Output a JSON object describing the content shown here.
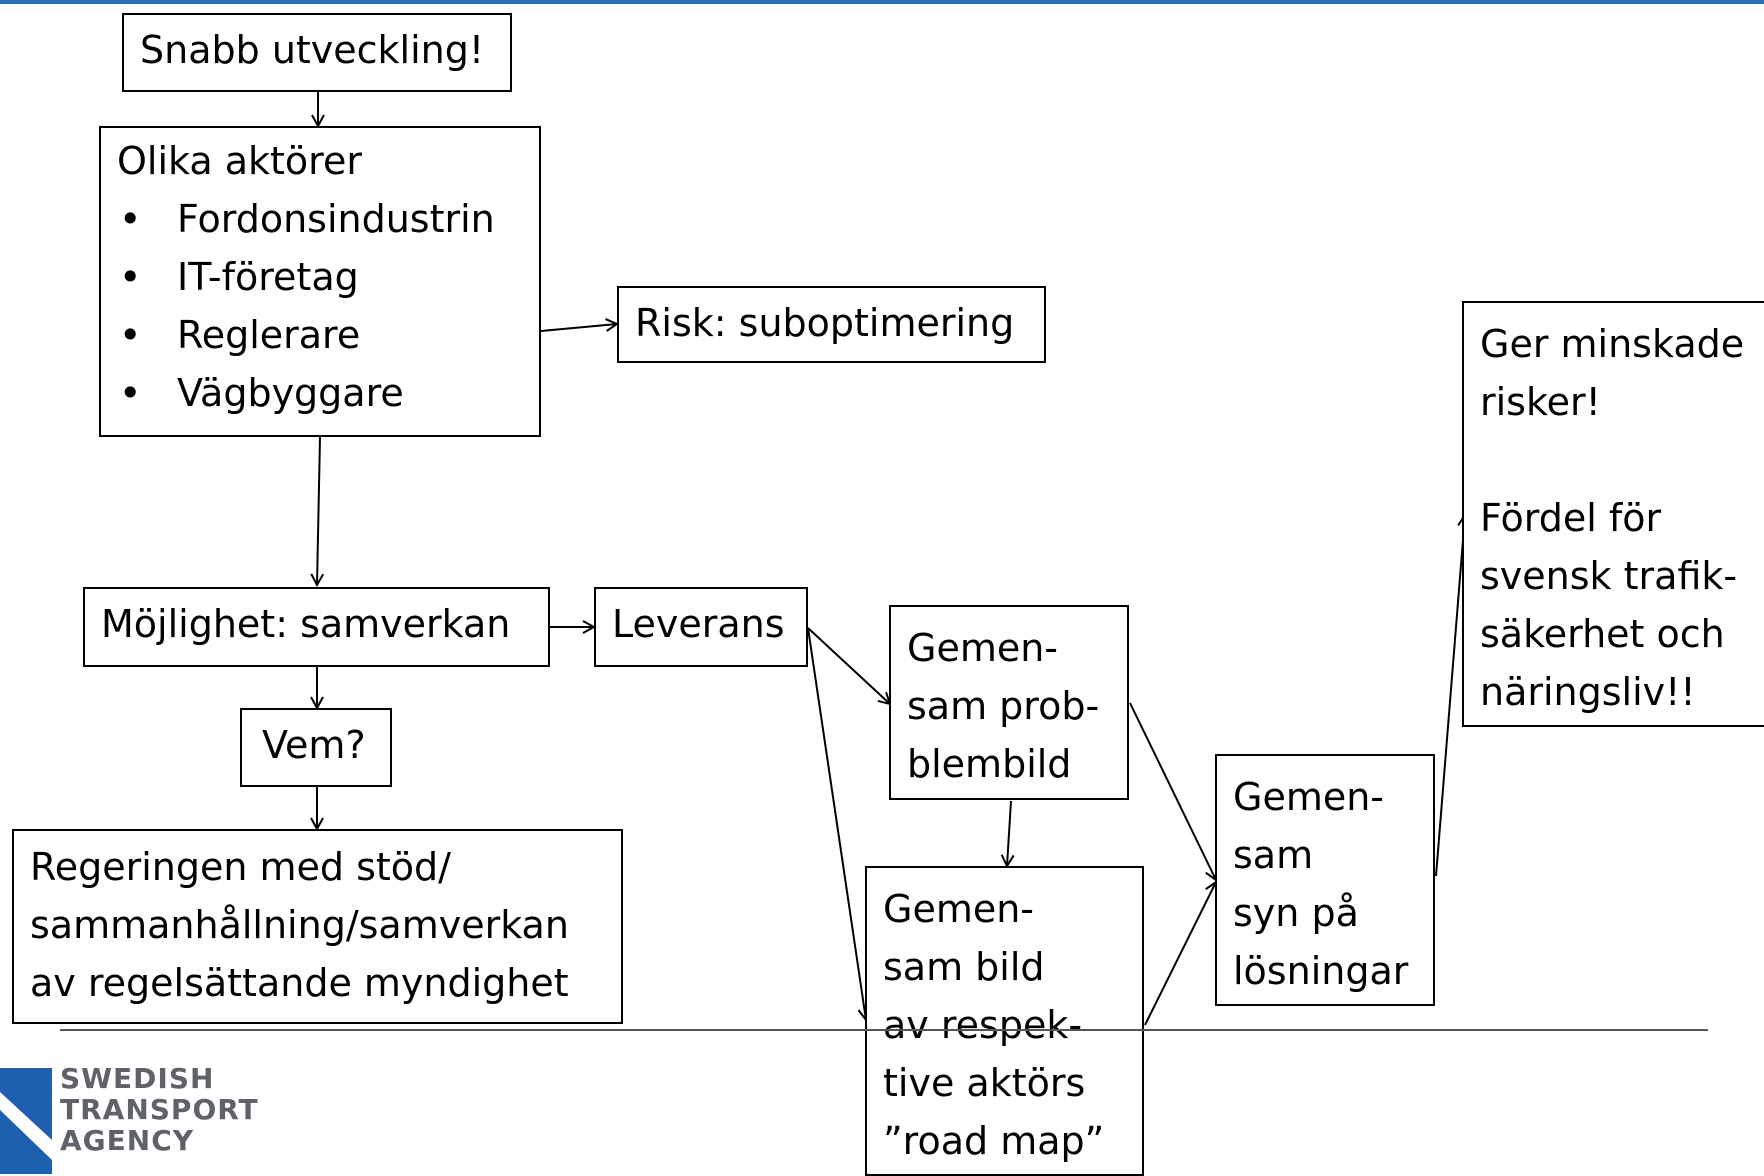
{
  "brand": {
    "accent_color": "#2e6fb5",
    "logo_color": "#1f5fb0",
    "logo_text": [
      "SWEDISH",
      "TRANSPORT",
      "AGENCY"
    ]
  },
  "nodes": {
    "snabb": {
      "lines": [
        "Snabb utveckling!"
      ]
    },
    "aktorer": {
      "title": "Olika aktörer",
      "bullet": "•",
      "items": [
        "Fordonsindustrin",
        "IT-företag",
        "Reglerare",
        "Vägbyggare"
      ]
    },
    "risk": {
      "lines": [
        "Risk: suboptimering"
      ]
    },
    "mojlighet": {
      "lines": [
        "Möjlighet: samverkan"
      ]
    },
    "leverans": {
      "lines": [
        "Leverans"
      ]
    },
    "vem": {
      "lines": [
        "Vem?"
      ]
    },
    "regeringen": {
      "lines": [
        "Regeringen med stöd/",
        "sammanhållning/samverkan",
        "av regelsättande myndighet"
      ]
    },
    "problembild": {
      "lines": [
        "Gemen-",
        "sam prob-",
        "blembild"
      ]
    },
    "roadmap": {
      "lines": [
        "Gemen-",
        "sam bild",
        "av respek-",
        "tive aktörs",
        "”road map”"
      ]
    },
    "losningar": {
      "lines": [
        "Gemen-",
        "sam",
        "syn på",
        "lösningar"
      ]
    },
    "risker": {
      "lines": [
        "Ger minskade",
        "risker!",
        "",
        "Fördel för",
        "svensk trafik-",
        "säkerhet och",
        "näringsliv!!"
      ]
    }
  }
}
